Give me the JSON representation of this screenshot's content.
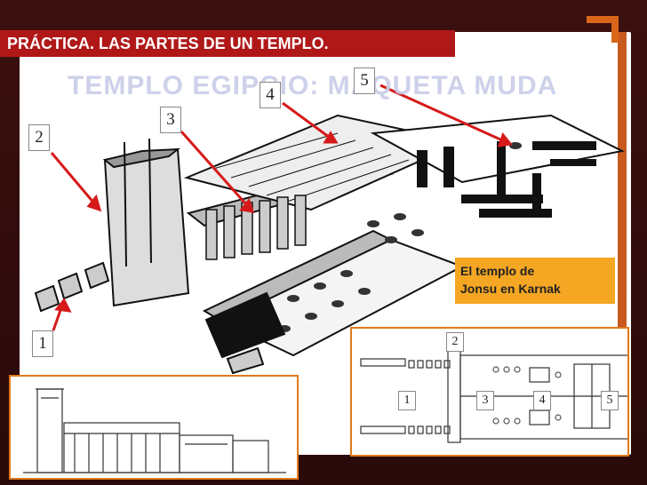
{
  "title": "PRÁCTICA. LAS PARTES DE UN TEMPLO.",
  "ghost_heading": "TEMPLO EGIPCIO: MAQUETA MUDA",
  "legend": {
    "line1": "El templo de",
    "line2": "Jonsu en Karnak"
  },
  "main_labels": [
    "1",
    "2",
    "3",
    "4",
    "5"
  ],
  "plan_labels": [
    "1",
    "2",
    "3",
    "4",
    "5"
  ],
  "colors": {
    "accent_red": "#b01818",
    "arrow_red": "#d61a1a",
    "legend_orange": "#f5a623",
    "frame_orange": "#e07a1c"
  }
}
